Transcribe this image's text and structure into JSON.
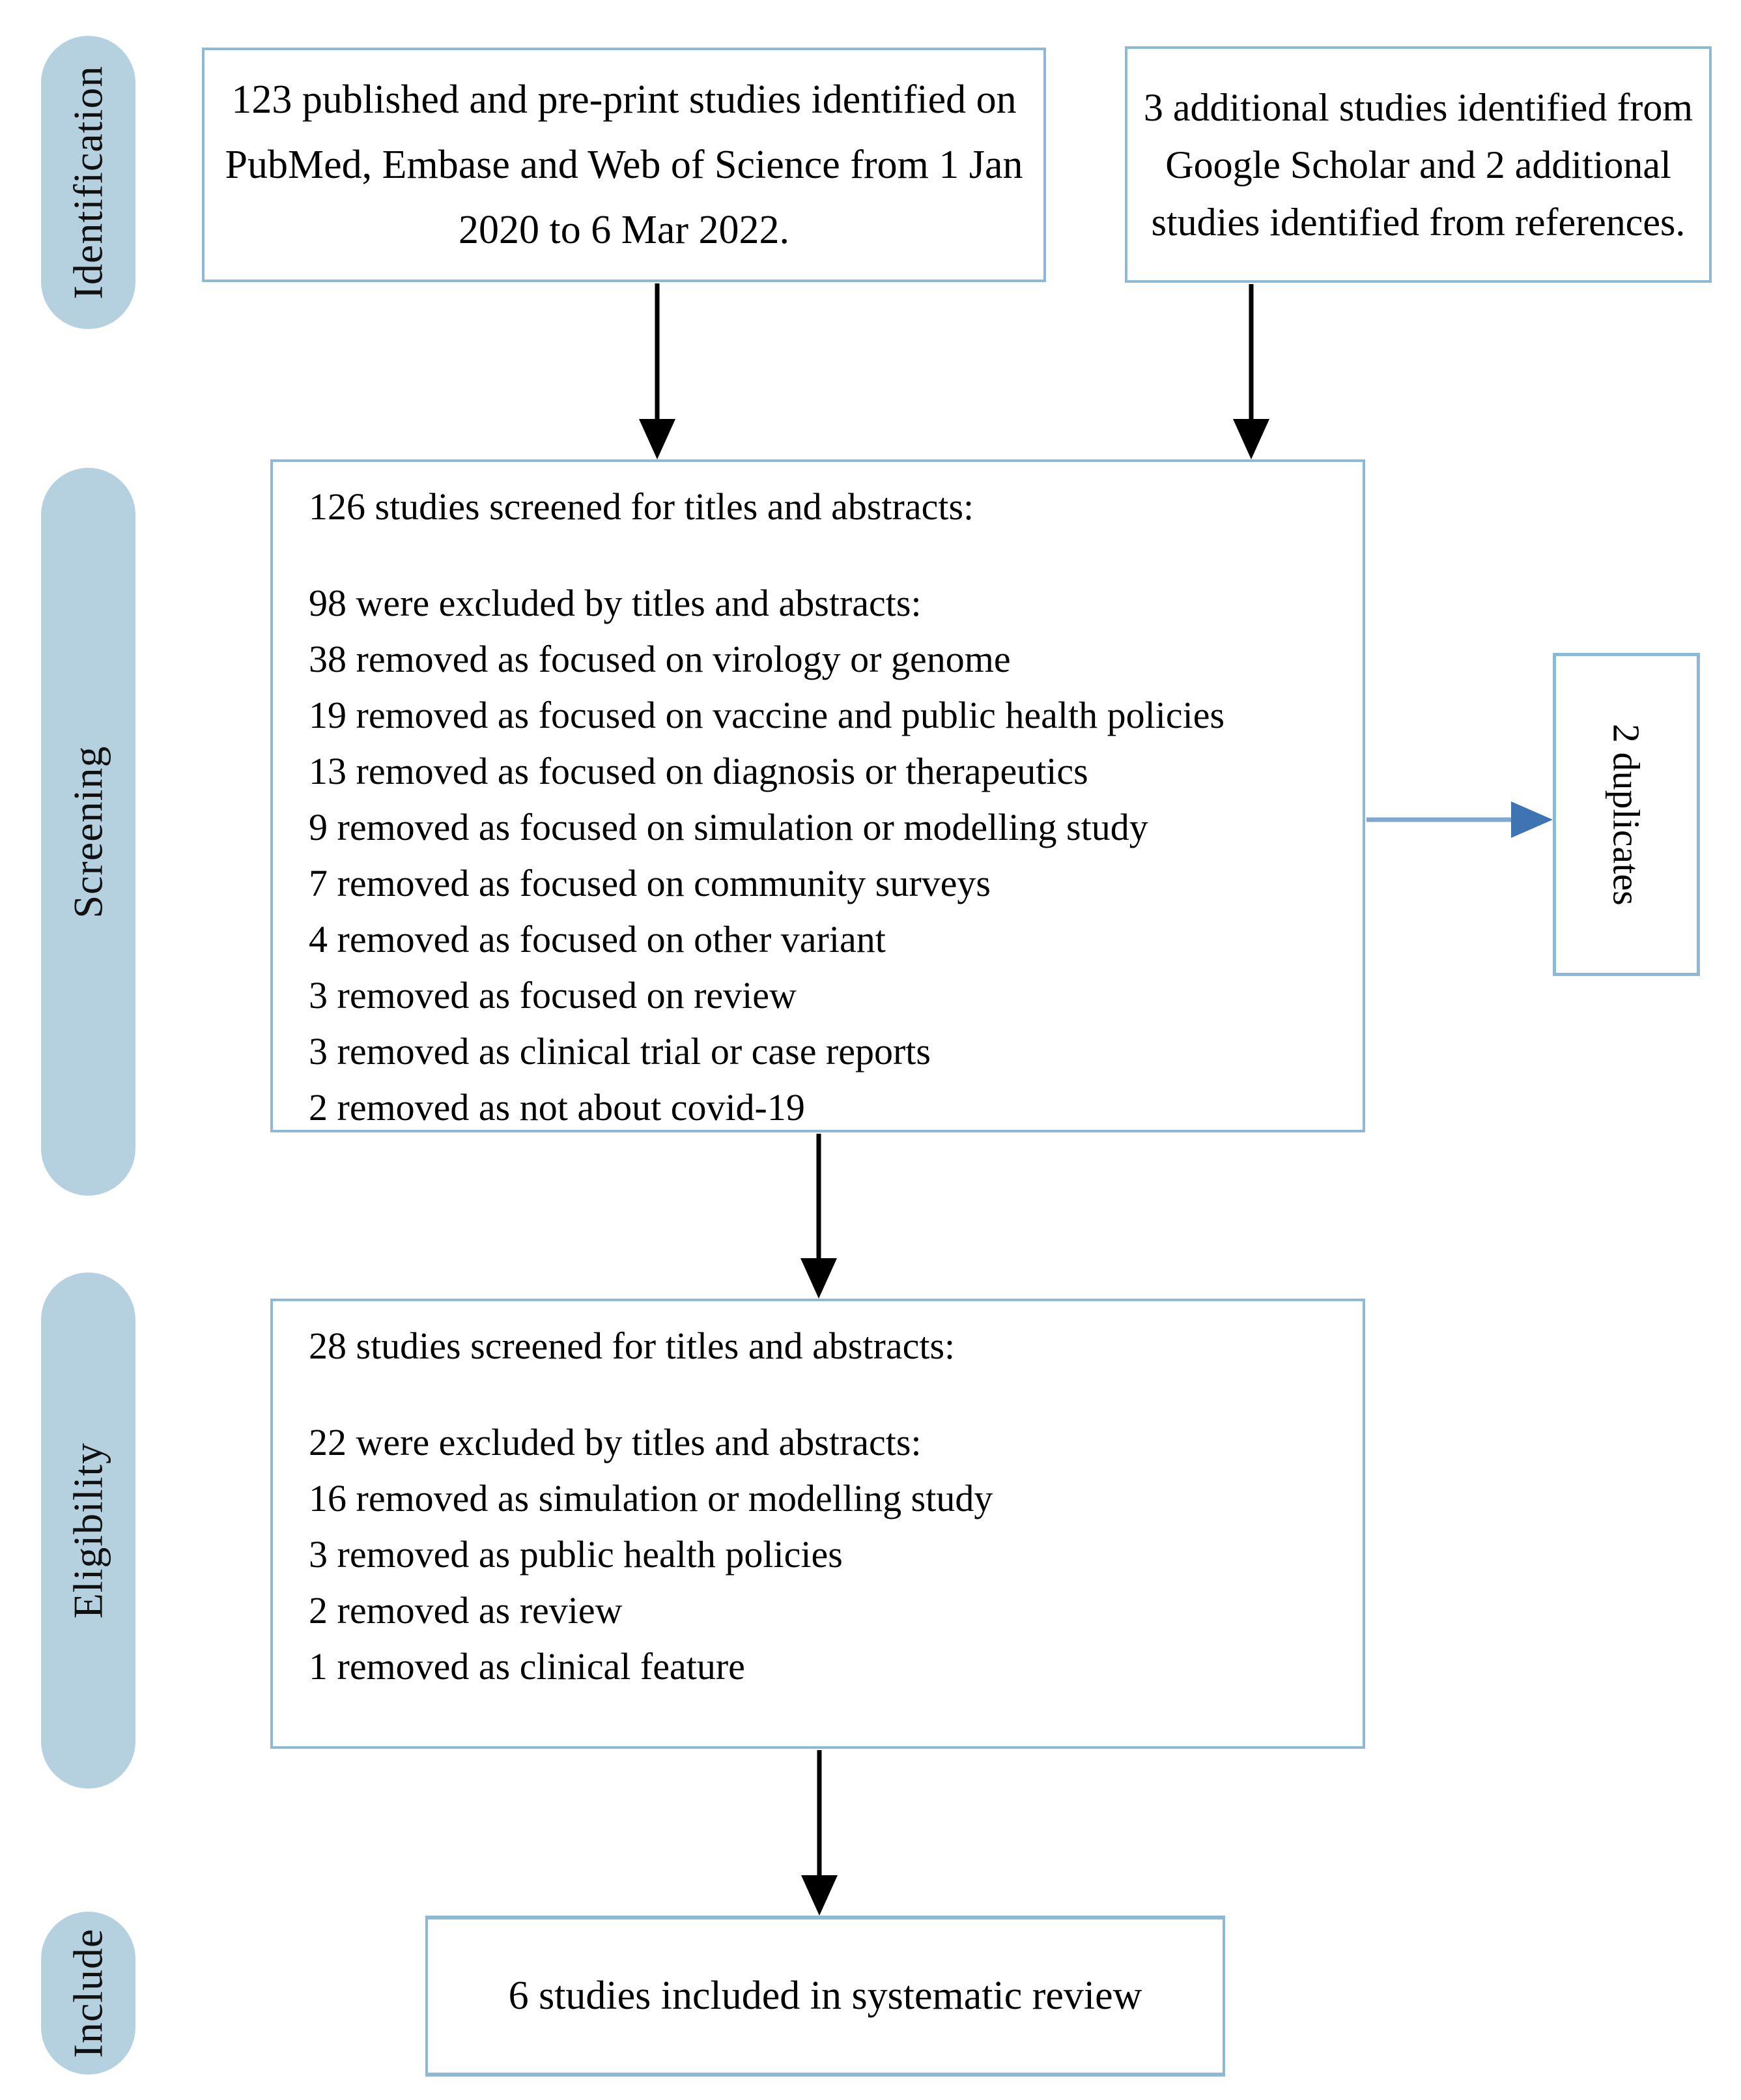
{
  "stages": {
    "identification": "Identification",
    "screening": "Screening",
    "eligibility": "Eligibility",
    "include": "Include"
  },
  "identification_row": {
    "databases_box": "123 published and pre-print studies identified on PubMed, Embase and Web of Science from 1 Jan 2020 to 6 Mar 2022.",
    "other_sources_box": "3 additional studies identified from Google Scholar and 2 additional studies identified from references."
  },
  "screening_box": {
    "title": "126 studies screened for titles and abstracts:",
    "excluded_header": "98 were excluded by titles and abstracts:",
    "exclusions": [
      "38 removed as focused on virology or genome",
      "19 removed as focused on vaccine and public health policies",
      "13 removed as focused on diagnosis or therapeutics",
      "9 removed as focused on simulation or modelling study",
      "7 removed as focused on community surveys",
      "4 removed as focused on other variant",
      "3 removed as focused on review",
      "3 removed as clinical trial or case reports",
      "2 removed as not about covid-19"
    ]
  },
  "duplicates_box": "2 duplicates",
  "eligibility_box": {
    "title": "28 studies screened for titles and abstracts:",
    "excluded_header": "22 were excluded by titles and abstracts:",
    "exclusions": [
      "16 removed as simulation or modelling study",
      "3 removed as public health policies",
      "2 removed as review",
      "1 removed as clinical feature"
    ]
  },
  "included_box": "6 studies included in systematic review",
  "colors": {
    "pill_fill": "#b5d1e0",
    "box_border": "#8cb9d6",
    "black_arrow": "#000000",
    "blue_arrow_line": "#7fa9cf",
    "blue_arrow_head": "#3f74b2",
    "text": "#000000",
    "background": "#ffffff"
  }
}
